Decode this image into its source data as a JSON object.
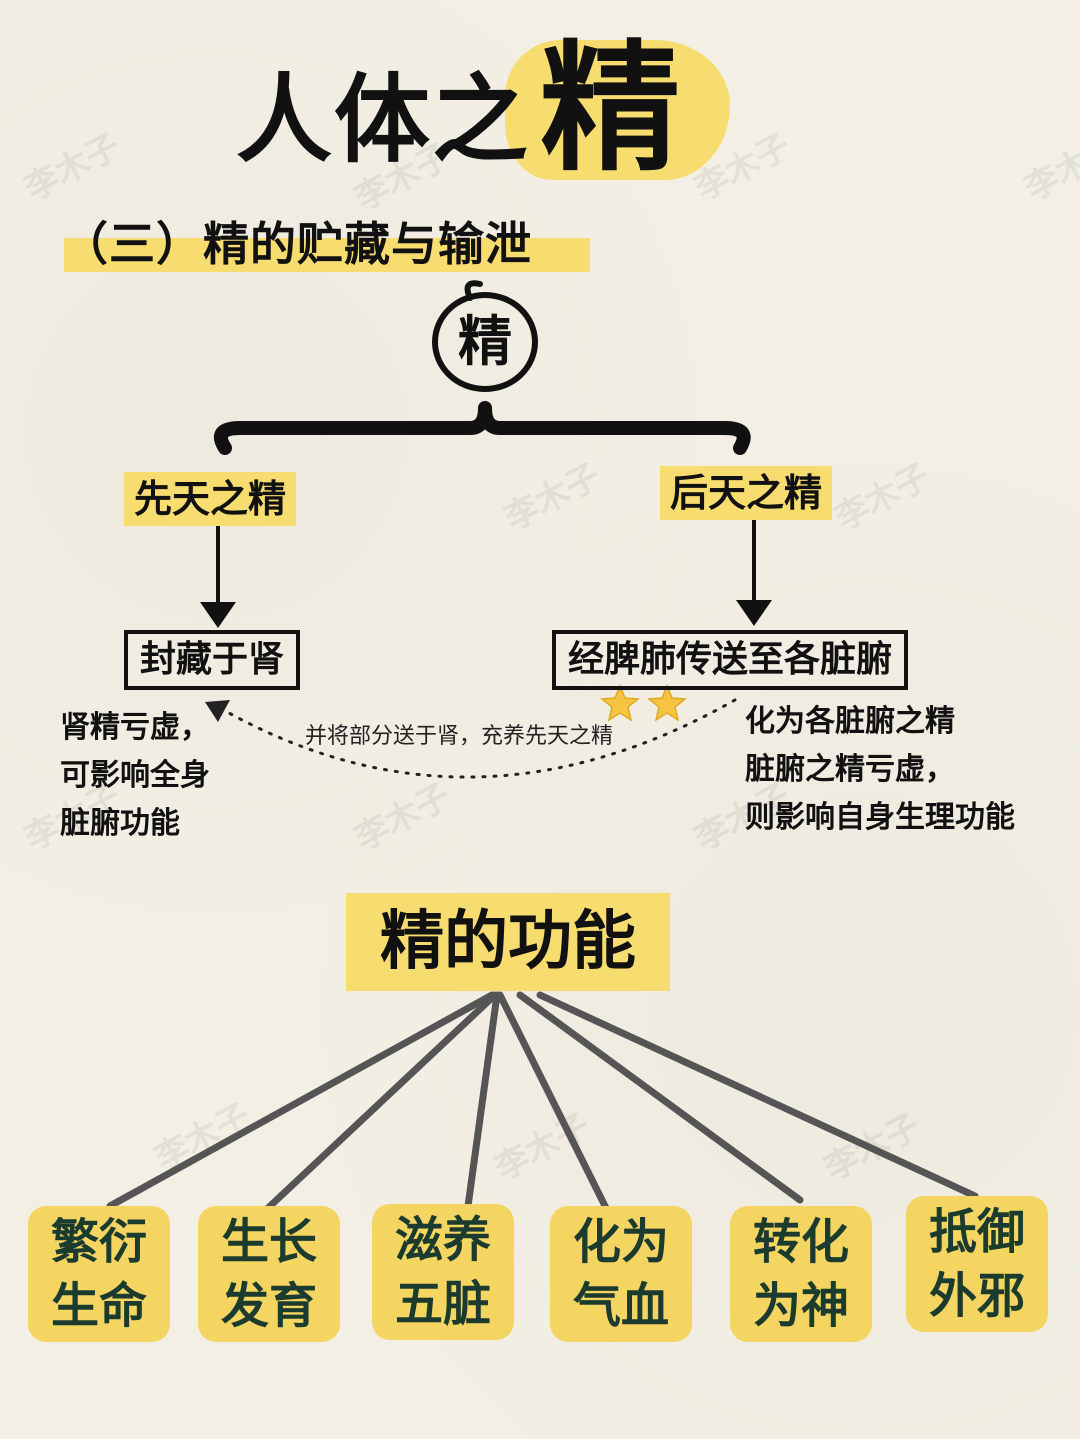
{
  "title": {
    "prefix": "人体之",
    "highlight": "精"
  },
  "subtitle": "（三）精的贮藏与输泄",
  "root": "精",
  "left_branch": {
    "label": "先天之精",
    "box": "封藏于肾",
    "note_lines": [
      "肾精亏虚，",
      "可影响全身",
      "脏腑功能"
    ]
  },
  "right_branch": {
    "label": "后天之精",
    "box": "经脾肺传送至各脏腑",
    "note_lines": [
      "化为各脏腑之精",
      "脏腑之精亏虚，",
      "则影响自身生理功能"
    ]
  },
  "arc_note": "并将部分送于肾，充养先天之精",
  "functions_title": "精的功能",
  "functions": [
    "繁衍生命",
    "生长发育",
    "滋养五脏",
    "化为气血",
    "转化为神",
    "抵御外邪"
  ],
  "watermark": "李木子",
  "colors": {
    "highlight": "#f7dc6f",
    "box": "#f5d562",
    "box_text": "#1b3b2e"
  }
}
